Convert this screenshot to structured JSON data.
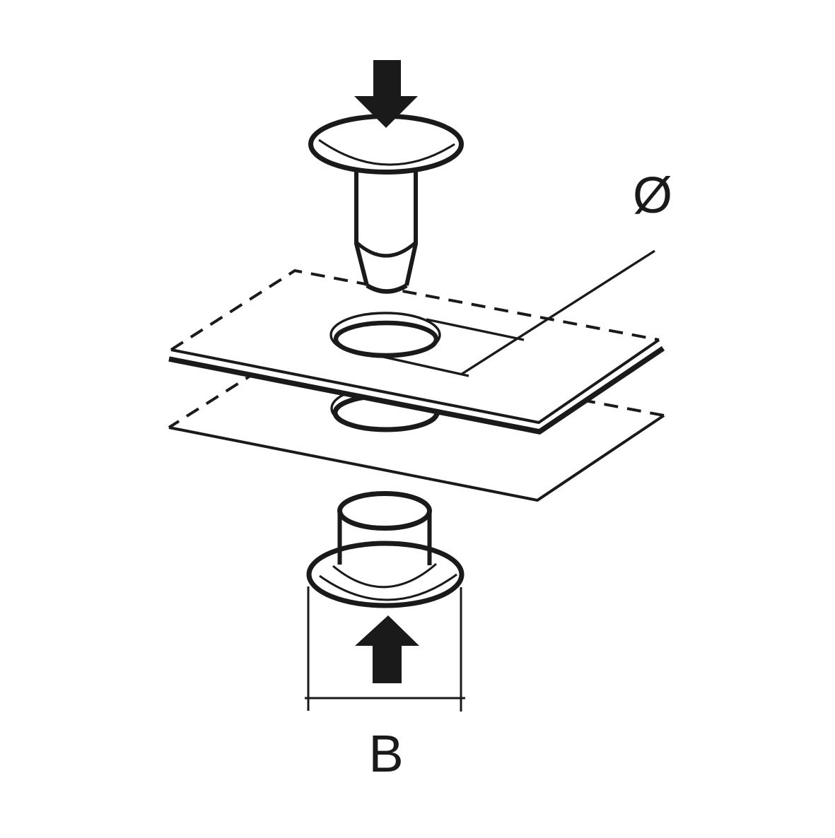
{
  "diagram": {
    "type": "technical-illustration",
    "background_color": "#ffffff",
    "line_color": "#1a1a1a",
    "labels": {
      "hole_diameter_symbol": "Ø",
      "base_width": "B"
    }
  }
}
